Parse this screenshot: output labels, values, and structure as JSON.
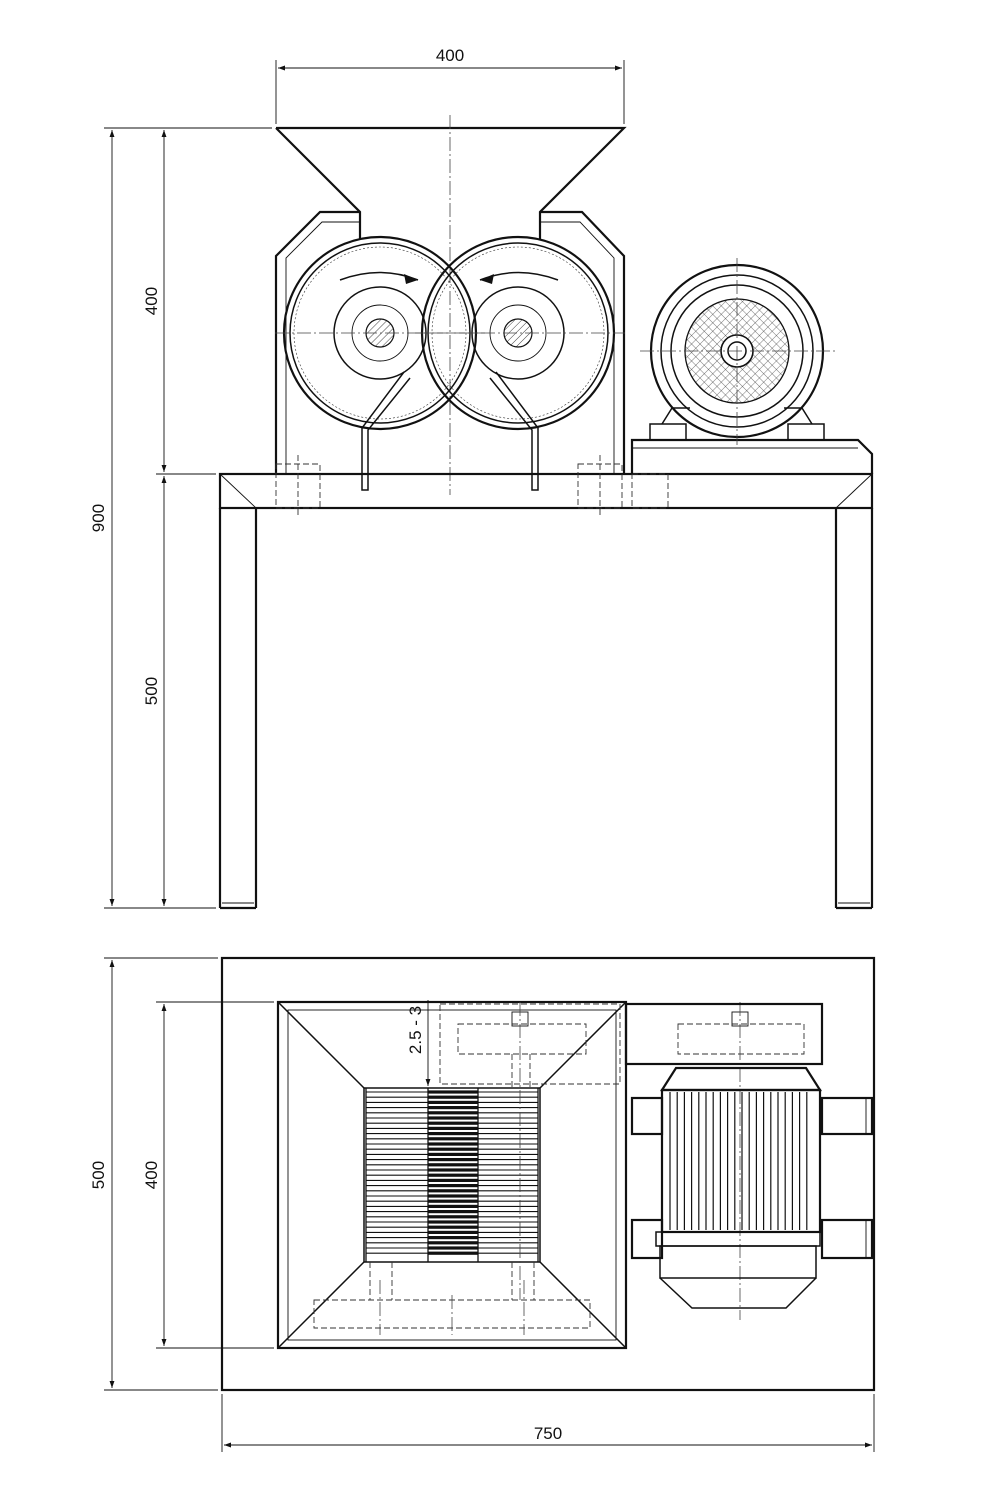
{
  "drawing": {
    "dimensions": {
      "top_width": "400",
      "total_height": "900",
      "upper_height": "400",
      "lower_height": "500",
      "plan_depth": "500",
      "plan_hopper_depth": "400",
      "roller_gap": "2.5 - 3",
      "plan_width": "750"
    }
  }
}
